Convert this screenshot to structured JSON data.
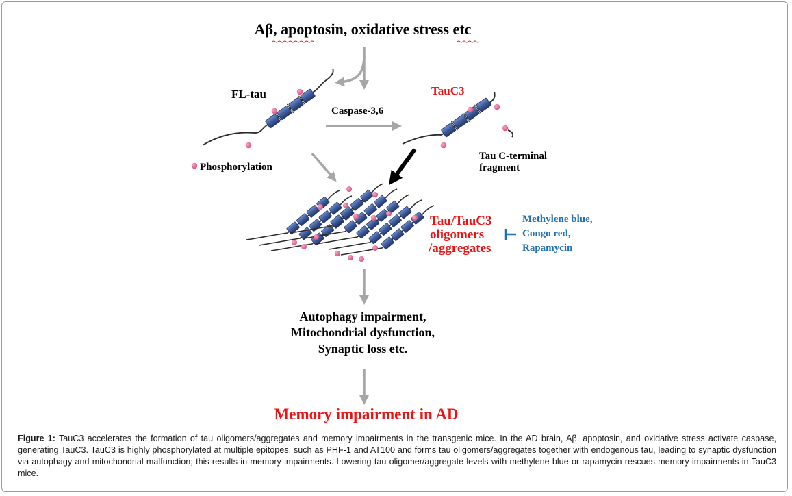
{
  "labels": {
    "stressors": "Aβ, apoptosin, oxidative stress etc",
    "fl_tau": "FL-tau",
    "tauc3": "TauC3",
    "caspase": "Caspase-3,6",
    "phosphorylation": "Phosphorylation",
    "c_terminal_line1": "Tau C-terminal",
    "c_terminal_line2": "fragment",
    "oligomers_line1": "Tau/TauC3",
    "oligomers_line2": "oligomers",
    "oligomers_line3": "/aggregates",
    "inhibitor_line1": "Methylene blue,",
    "inhibitor_line2": "Congo red,",
    "inhibitor_line3": "Rapamycin",
    "effects_line1": "Autophagy impairment,",
    "effects_line2": "Mitochondrial dysfunction,",
    "effects_line3": "Synaptic loss etc.",
    "outcome": "Memory impairment in AD"
  },
  "caption": {
    "label": "Figure 1:",
    "text": "TauC3 accelerates the formation of tau oligomers/aggregates and memory impairments in the transgenic mice. In the AD brain, Aβ, apoptosin, and oxidative stress activate caspase, generating TauC3. TauC3 is highly phosphorylated at multiple epitopes, such as PHF-1 and AT100 and forms tau oligomers/aggregates together with endogenous tau, leading to synaptic dysfunction via autophagy and mitochondrial malfunction; this results in memory impairments. Lowering tau oligomer/aggregate levels with methylene blue or rapamycin rescues memory impairments in TauC3 mice."
  },
  "colors": {
    "red_text": "#ee1111",
    "blue_text": "#1f6fb2",
    "arrow_gray": "#a6a6a6",
    "segment_blue": "#3d5a99",
    "phospho_pink": "#e46a95"
  }
}
